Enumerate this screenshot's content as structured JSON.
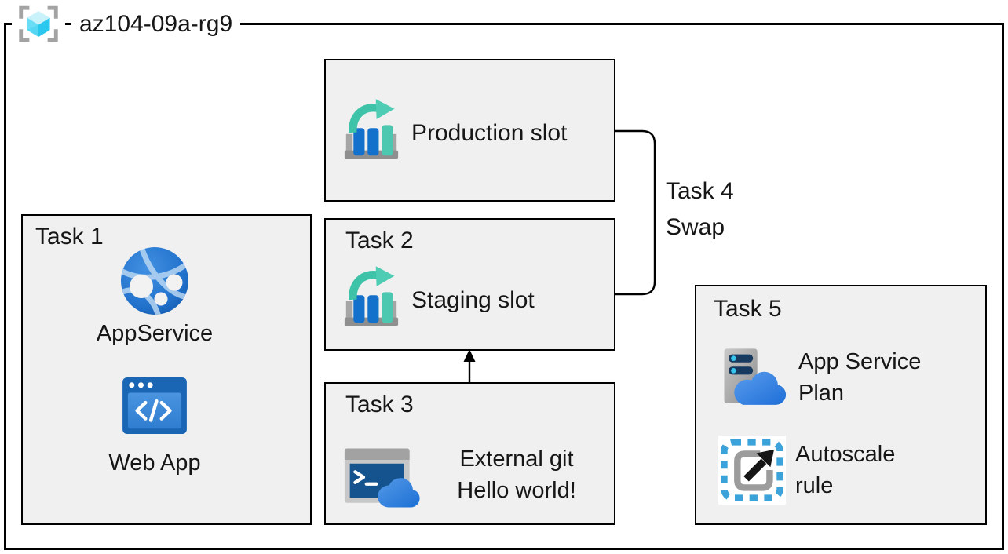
{
  "resource_group": {
    "name": "az104-09a-rg9",
    "icon": "resource-group-icon"
  },
  "production_box": {
    "label": "Production slot",
    "icon": "deployment-slots-icon"
  },
  "task1": {
    "title": "Task 1",
    "items": [
      {
        "label": "AppService",
        "icon": "app-service-globe-icon"
      },
      {
        "label": "Web App",
        "icon": "web-app-icon"
      }
    ]
  },
  "task2": {
    "title": "Task 2",
    "label": "Staging slot",
    "icon": "deployment-slots-icon"
  },
  "task3": {
    "title": "Task 3",
    "line1": "External git",
    "line2": "Hello world!",
    "icon": "cloud-shell-icon"
  },
  "task4": {
    "line1": "Task 4",
    "line2": "Swap",
    "connector": "bracket-from-production-to-staging"
  },
  "task5": {
    "title": "Task 5",
    "items": [
      {
        "label": "App Service Plan",
        "icon": "app-service-plan-icon"
      },
      {
        "label": "Autoscale rule",
        "icon": "autoscale-icon"
      }
    ]
  },
  "colors": {
    "box_fill": "#f0f0f0",
    "border": "#000000",
    "text": "#161616",
    "azure_blue": "#1371cb",
    "teal": "#3ec3a9",
    "cloud_blue": "#2e7ddd",
    "cyan_cube": "#3fd1f2",
    "gray_icon": "#9d9d9d"
  }
}
